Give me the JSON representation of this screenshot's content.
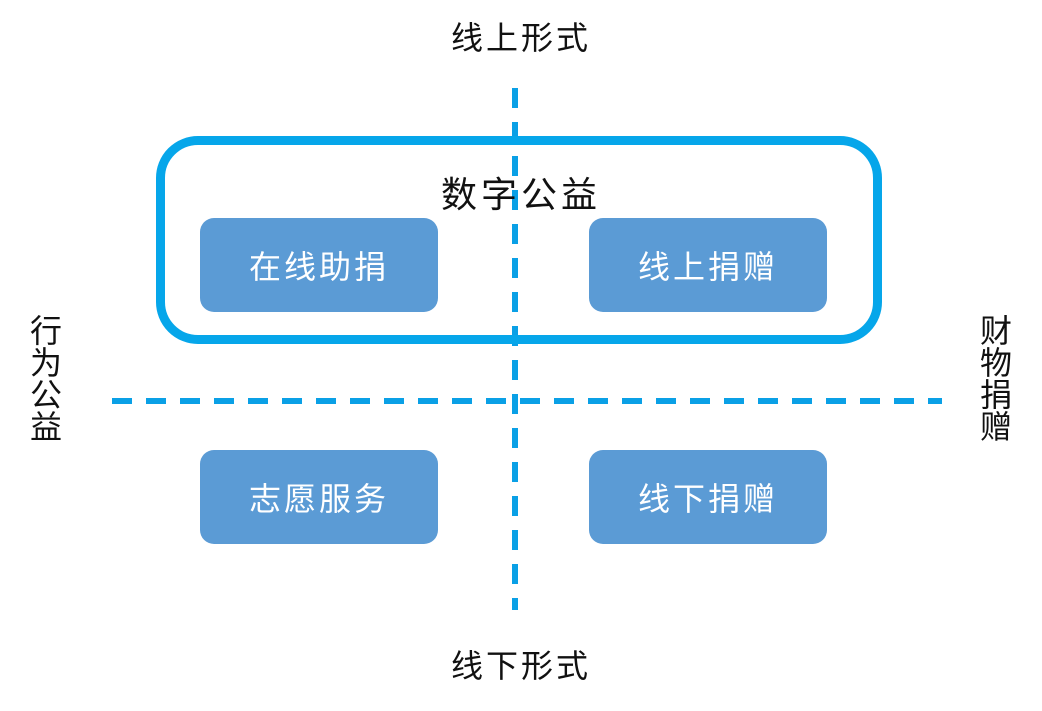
{
  "axes": {
    "top": "线上形式",
    "bottom": "线下形式",
    "left": "行为公益",
    "right": "财物捐赠"
  },
  "highlight": {
    "title": "数字公益",
    "color": "#06a6ea"
  },
  "quadrants": {
    "top_left": "在线助捐",
    "top_right": "线上捐赠",
    "bottom_left": "志愿服务",
    "bottom_right": "线下捐赠"
  },
  "colors": {
    "box_fill": "#5b9bd5",
    "box_text": "#ffffff",
    "axis_line": "#0aa0e6"
  }
}
